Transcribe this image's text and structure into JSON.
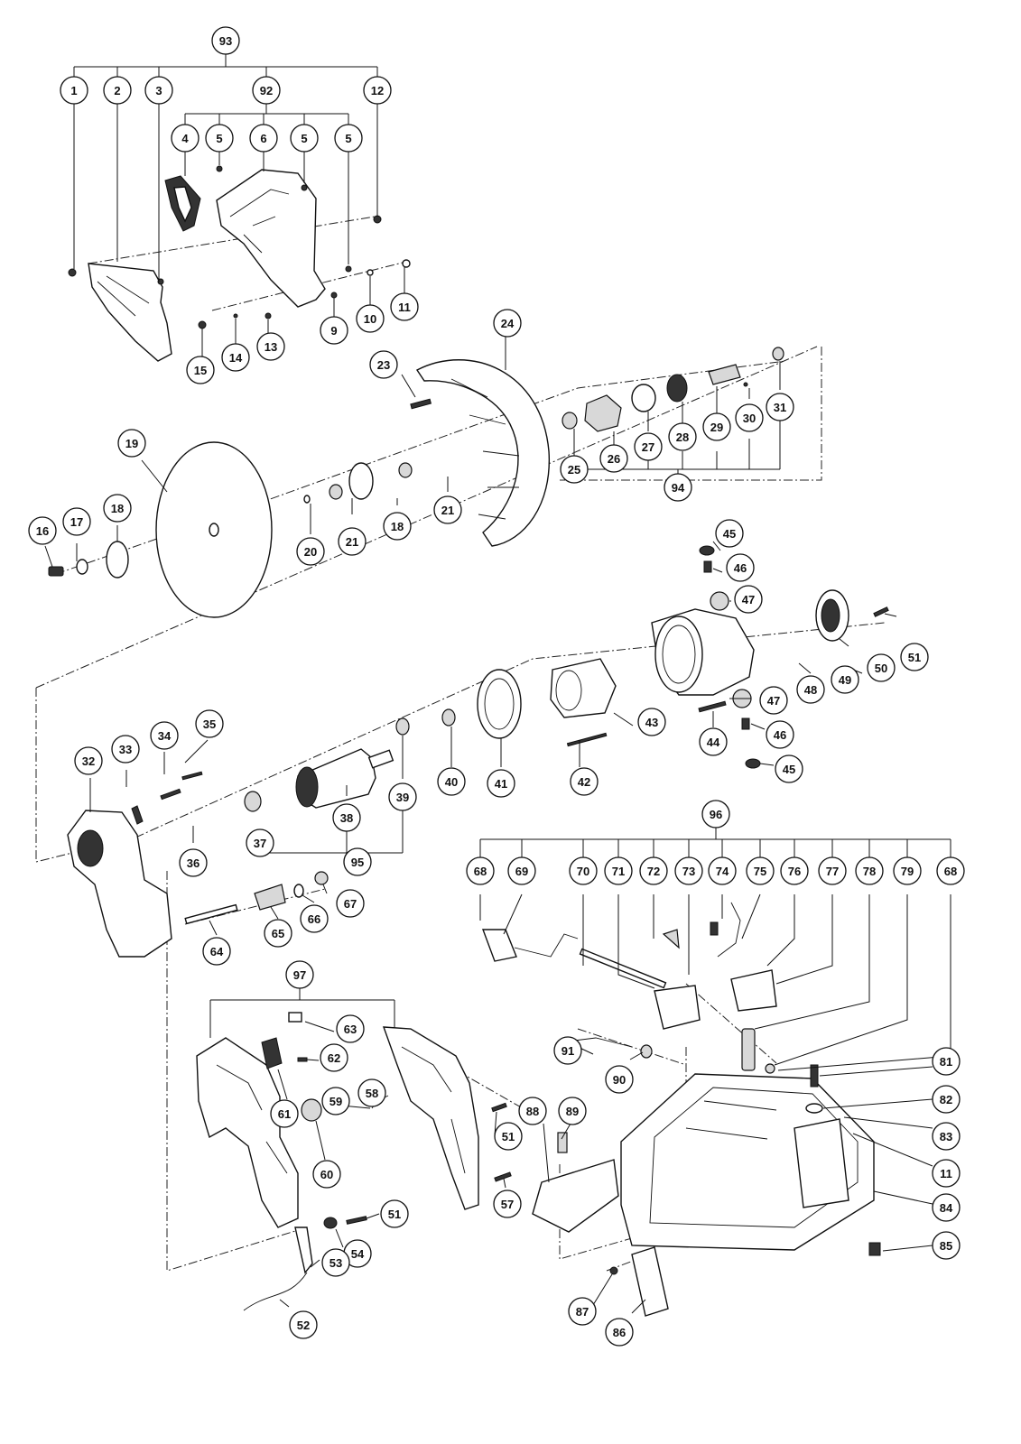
{
  "callouts": {
    "93": "93",
    "92": "92",
    "94": "94",
    "95": "95",
    "96": "96",
    "97": "97",
    "1": "1",
    "2": "2",
    "3": "3",
    "4": "4",
    "5": "5",
    "6": "6",
    "9": "9",
    "10": "10",
    "11": "11",
    "12": "12",
    "13": "13",
    "14": "14",
    "15": "15",
    "16": "16",
    "17": "17",
    "18": "18",
    "19": "19",
    "20": "20",
    "21": "21",
    "23": "23",
    "24": "24",
    "25": "25",
    "26": "26",
    "27": "27",
    "28": "28",
    "29": "29",
    "30": "30",
    "31": "31",
    "32": "32",
    "33": "33",
    "34": "34",
    "35": "35",
    "36": "36",
    "37": "37",
    "38": "38",
    "39": "39",
    "40": "40",
    "41": "41",
    "42": "42",
    "43": "43",
    "44": "44",
    "45": "45",
    "46": "46",
    "47": "47",
    "48": "48",
    "49": "49",
    "50": "50",
    "51": "51",
    "52": "52",
    "53": "53",
    "54": "54",
    "57": "57",
    "58": "58",
    "59": "59",
    "60": "60",
    "61": "61",
    "62": "62",
    "63": "63",
    "64": "64",
    "65": "65",
    "66": "66",
    "67": "67",
    "68": "68",
    "69": "69",
    "70": "70",
    "71": "71",
    "72": "72",
    "73": "73",
    "74": "74",
    "75": "75",
    "76": "76",
    "77": "77",
    "78": "78",
    "79": "79",
    "81": "81",
    "82": "82",
    "83": "83",
    "84": "84",
    "85": "85",
    "86": "86",
    "87": "87",
    "88": "88",
    "89": "89",
    "90": "90",
    "91": "91"
  }
}
